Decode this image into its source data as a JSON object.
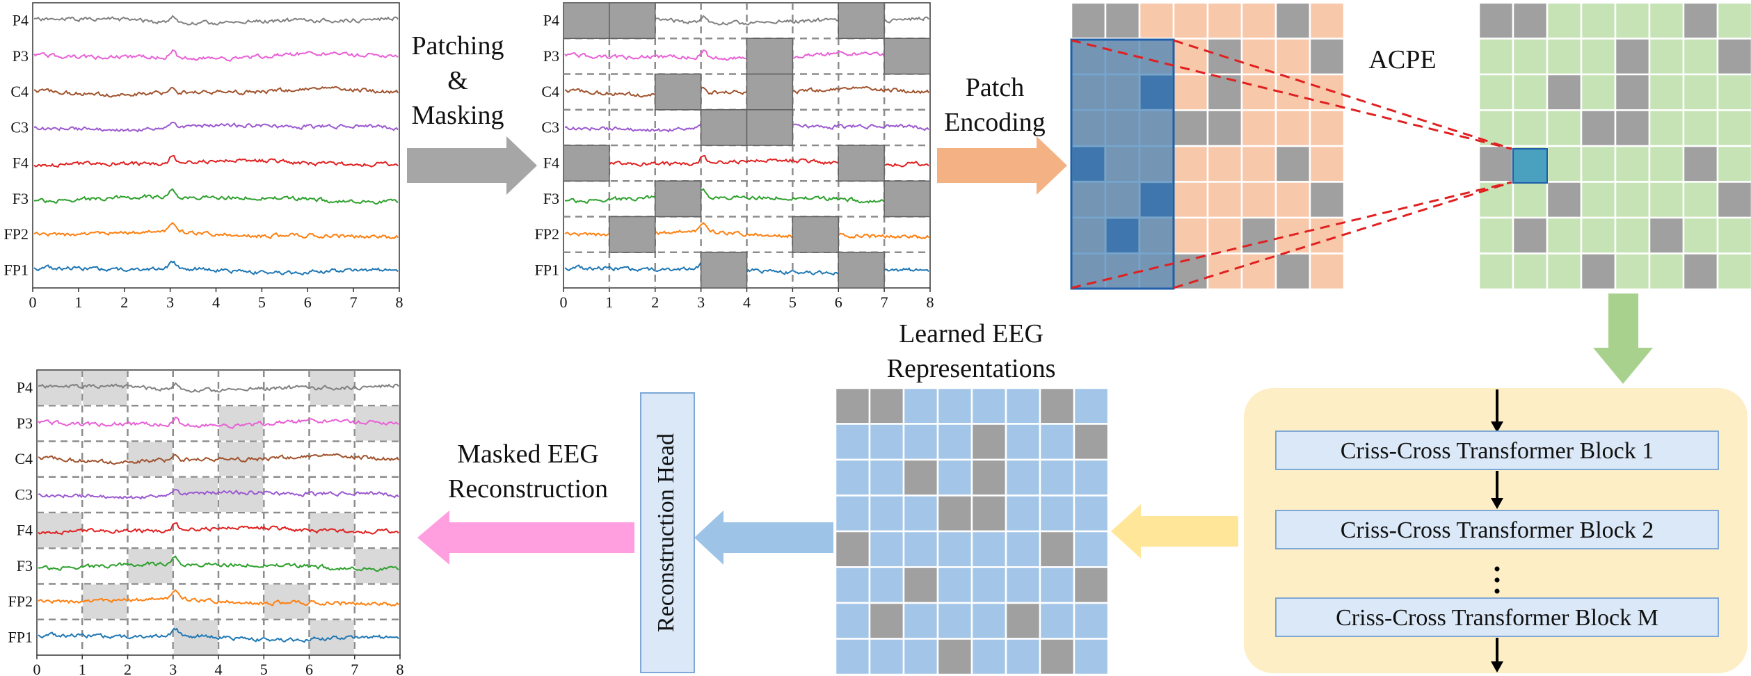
{
  "steps": {
    "patching": [
      "Patching",
      "&",
      "Masking"
    ],
    "patch_encoding": [
      "Patch",
      "Encoding"
    ],
    "acpe": "ACPE",
    "learned": [
      "Learned EEG",
      "Representations"
    ],
    "reconstruction": [
      "Masked EEG",
      "Reconstruction"
    ],
    "reconstruction_head": "Reconstruction Head"
  },
  "channels": [
    "P4",
    "P3",
    "C4",
    "C3",
    "F4",
    "F3",
    "FP2",
    "FP1"
  ],
  "x_ticks": [
    "0",
    "1",
    "2",
    "3",
    "4",
    "5",
    "6",
    "7",
    "8"
  ],
  "channel_colors": [
    "#808080",
    "#e85fd6",
    "#a0522d",
    "#9b59d0",
    "#e02020",
    "#2ca02c",
    "#ff7f0e",
    "#1f77b4"
  ],
  "masked_patches": [
    [
      0,
      1,
      6
    ],
    [
      4,
      7
    ],
    [
      2,
      4
    ],
    [
      3,
      4
    ],
    [
      0,
      6
    ],
    [
      2,
      7
    ],
    [
      1,
      5
    ],
    [
      3,
      6
    ]
  ],
  "transformer_blocks": [
    "Criss-Cross Transformer Block 1",
    "Criss-Cross Transformer Block 2",
    "Criss-Cross Transformer Block M"
  ],
  "ellipsis": ".\n.\n.",
  "colors": {
    "mask_gray": "#a0a0a0",
    "orange_cell": "#f8c8aa",
    "green_cell": "#c6e3b6",
    "blue_cell": "#a3c6e8",
    "window_blue": "#3c7fb8",
    "arrow_gray": "#a6a6a6",
    "arrow_orange": "#f4b183",
    "arrow_green": "#a9d18e",
    "arrow_yellow": "#ffe699",
    "arrow_blue": "#9dc3e6",
    "arrow_pink": "#ff9fe0",
    "panel_yellow": "#fdeec5",
    "block_fill": "#dae8f7",
    "block_border": "#7fa8d6",
    "dash_red": "#e02020"
  }
}
